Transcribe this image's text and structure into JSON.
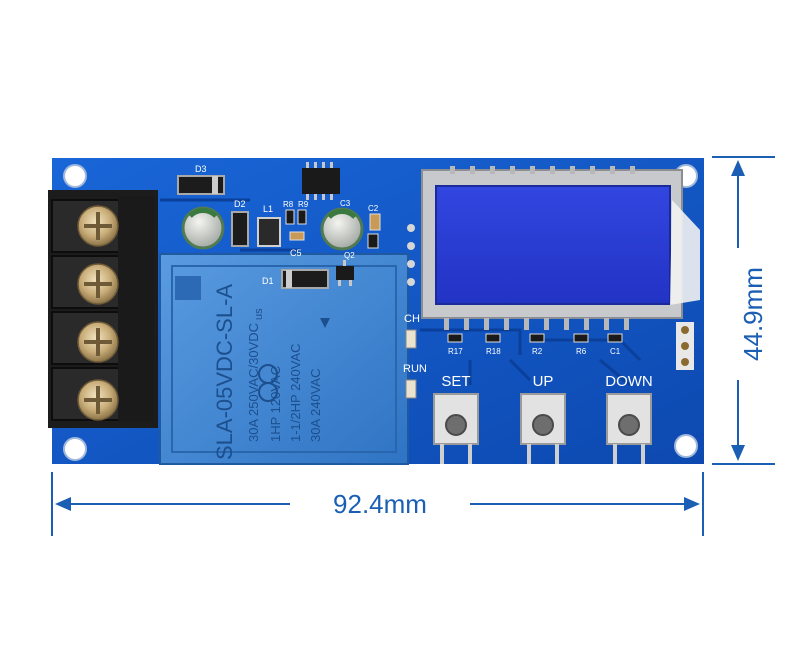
{
  "colors": {
    "pcb": "#1257c7",
    "relay": "#3f86d3",
    "dimension": "#1a5fb4",
    "lcd": "#2a3bd6"
  },
  "dimensions": {
    "height_label": "44.9mm",
    "width_label": "92.4mm"
  },
  "buttons": {
    "set": "SET",
    "up": "UP",
    "down": "DOWN"
  },
  "indicators": {
    "ch": "CH",
    "run": "RUN"
  },
  "components": {
    "d3": "D3",
    "d2": "D2",
    "l1": "L1",
    "r8": "R8",
    "r9": "R9",
    "c3": "C3",
    "c2": "C2",
    "c5": "C5",
    "d1": "D1",
    "q2": "Q2",
    "r17": "R17",
    "r18": "R18",
    "r2": "R2",
    "r6": "R6",
    "c1": "C1"
  },
  "relay": {
    "model": "SLA-05VDC-SL-A",
    "line1": "30A 250VAC/30VDC",
    "line2": "1HP 120VAC",
    "line3": "1-1/2HP 240VAC",
    "line4": "30A 240VAC",
    "cert_us": "us"
  }
}
